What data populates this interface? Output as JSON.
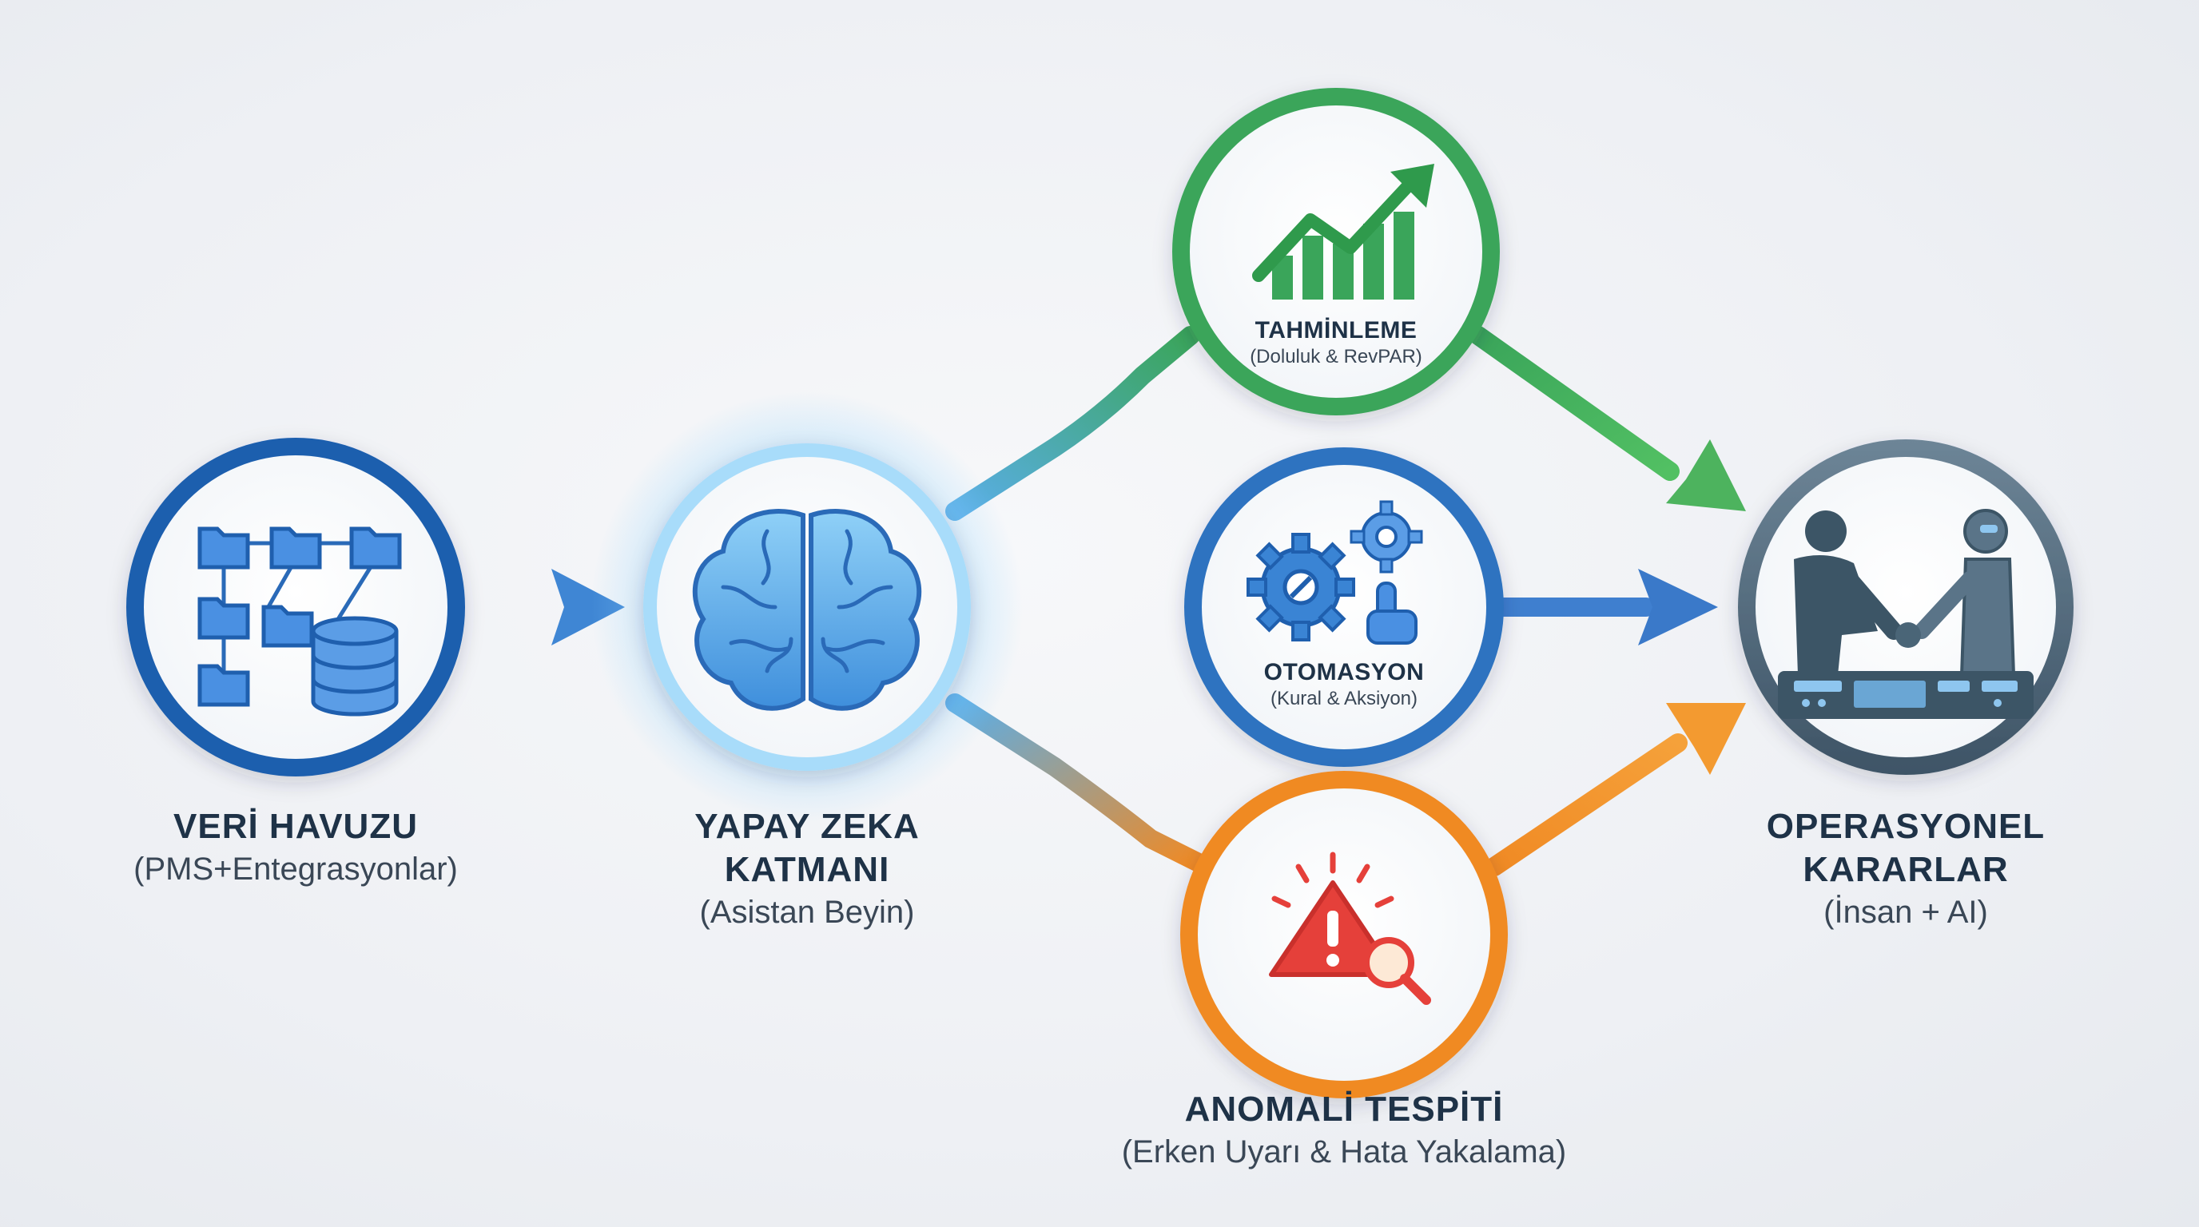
{
  "nodes": {
    "veri": {
      "title": "VERİ HAVUZU",
      "subtitle": "(PMS+Entegrasyonlar)"
    },
    "yz": {
      "title_line1": "YAPAY ZEKA",
      "title_line2": "KATMANI",
      "subtitle": "(Asistan Beyin)"
    },
    "tahmin": {
      "title": "TAHMİNLEME",
      "subtitle": "(Doluluk & RevPAR)"
    },
    "otomasyon": {
      "title": "OTOMASYON",
      "subtitle": "(Kural & Aksiyon)"
    },
    "anomali": {
      "title": "ANOMALİ TESPİTİ",
      "subtitle": "(Erken Uyarı & Hata Yakalama)"
    },
    "karar": {
      "title_line1": "OPERASYONEL",
      "title_line2": "KARARLAR",
      "subtitle": "(İnsan + AI)"
    }
  },
  "colors": {
    "blue_dark": "#1f5fae",
    "blue_light": "#5aaee8",
    "green": "#3aa55a",
    "orange": "#f08a24",
    "slate": "#4f6678",
    "alert_red": "#e5403a"
  },
  "icons": {
    "veri": "folder-tree-database-icon",
    "yz": "brain-icon",
    "tahmin": "bar-chart-growth-icon",
    "otomasyon": "gears-touch-icon",
    "anomali": "warning-magnifier-icon",
    "karar": "handshake-human-robot-icon"
  }
}
